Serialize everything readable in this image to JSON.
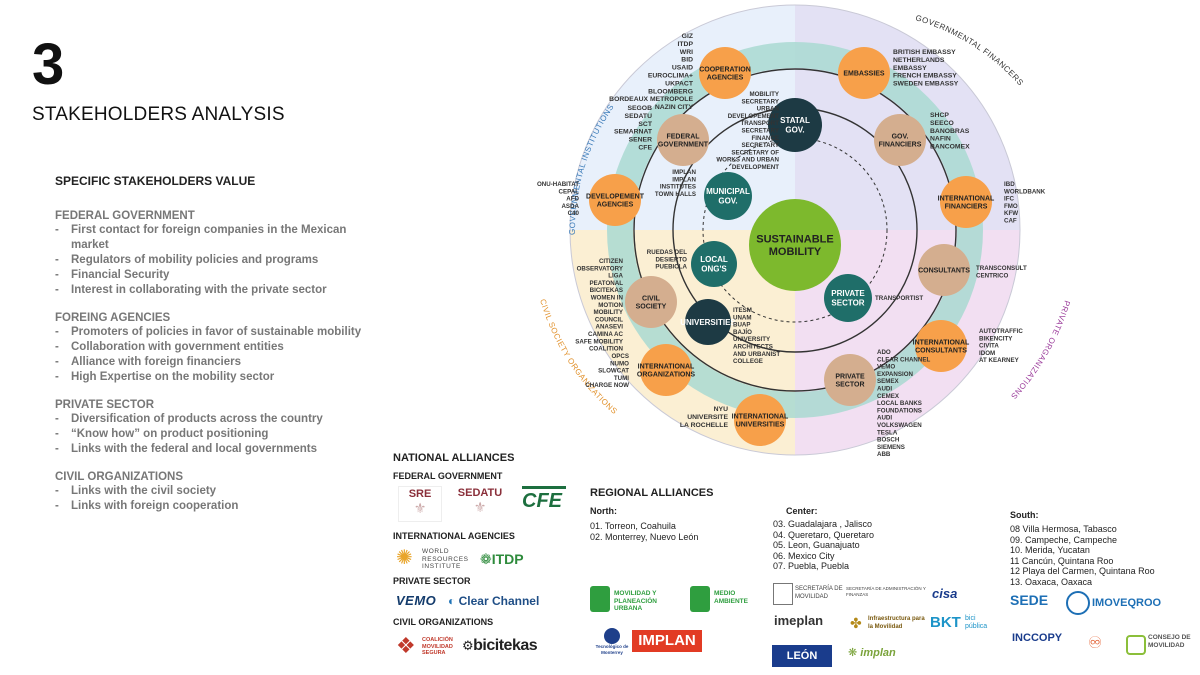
{
  "header": {
    "number": "3",
    "title": "STAKEHOLDERS ANALYSIS"
  },
  "values": {
    "heading": "SPECIFIC STAKEHOLDERS VALUE",
    "sections": [
      {
        "title": "FEDERAL GOVERNMENT",
        "items": [
          "First contact for foreign companies in the Mexican market",
          "Regulators of mobility policies and programs",
          "Financial Security",
          "Interest in collaborating with the private sector"
        ]
      },
      {
        "title": "FOREING AGENCIES",
        "items": [
          "Promoters of policies  in favor of sustainable mobility",
          "Collaboration with government entities",
          "Alliance with foreign financiers",
          "High Expertise on the mobility sector"
        ]
      },
      {
        "title": "PRIVATE SECTOR",
        "items": [
          "Diversification of products across the country",
          "“Know how” on product positioning",
          "Links with the federal and local governments"
        ]
      },
      {
        "title": "CIVIL ORGANIZATIONS",
        "items": [
          "Links with the civil society",
          "Links with foreign cooperation"
        ]
      }
    ]
  },
  "diagram": {
    "center": [
      "SUSTAINABLE",
      "MOBILITY"
    ],
    "quadrant_labels": {
      "top_left": "GOVERNMENTAL INSTITUTIONS",
      "top_right": "GOVERNMENTAL FINANCERS",
      "bottom_left": "CIVIL SOCIETY ORGANIZATIONS",
      "bottom_right": "PRIVATE ORGANIZATIONS"
    },
    "inner_nodes": [
      {
        "label": [
          "STATAL",
          "GOV."
        ]
      },
      {
        "label": [
          "MUNICIPAL",
          "GOV."
        ]
      },
      {
        "label": [
          "LOCAL",
          "ONG'S"
        ]
      },
      {
        "label": [
          "UNIVERSITIES"
        ]
      },
      {
        "label": [
          "PRIVATE",
          "SECTOR"
        ]
      }
    ],
    "outer_nodes": [
      {
        "label": [
          "COOPERATION",
          "AGENCIES"
        ]
      },
      {
        "label": [
          "EMBASSIES"
        ]
      },
      {
        "label": [
          "FEDERAL",
          "GOVERNMENT"
        ]
      },
      {
        "label": [
          "GOV.",
          "FINANCIERS"
        ]
      },
      {
        "label": [
          "DEVELOPEMENT",
          "AGENCIES"
        ]
      },
      {
        "label": [
          "INTERNATIONAL",
          "FINANCIERS"
        ]
      },
      {
        "label": [
          "CONSULTANTS"
        ]
      },
      {
        "label": [
          "CIVIL",
          "SOCIETY"
        ]
      },
      {
        "label": [
          "INTERNATIONAL",
          "CONSULTANTS"
        ]
      },
      {
        "label": [
          "INTERNATIONAL",
          "ORGANIZATIONS"
        ]
      },
      {
        "label": [
          "PRIVATE",
          "SECTOR"
        ]
      },
      {
        "label": [
          "INTERNATIONAL",
          "UNIVERSITIES"
        ]
      }
    ],
    "text_groups": [
      {
        "lines": [
          "GIZ",
          "ITDP",
          "WRI",
          "BID",
          "USAID",
          "EUROCLIMA+",
          "UKPACT",
          "BLOOMBERG",
          "BORDEAUX METROPOLE",
          "NAZIN CITY"
        ]
      },
      {
        "lines": [
          "BRITISH EMBASSY",
          "NETHERLANDS",
          "EMBASSY",
          "FRENCH EMBASSY",
          "SWEDEN EMBASSY"
        ]
      },
      {
        "lines": [
          "MOBILITY",
          "SECRETARY",
          "URBAN",
          "DEVELOPEMENT",
          "TRANSPORT",
          "SECRETARY",
          "FINANCE",
          "SECRETARY",
          "SECRETARY OF",
          "WORKS AND URBAN",
          "DEVELOPMENT"
        ]
      },
      {
        "lines": [
          "SEGOB",
          "SEDATU",
          "SCT",
          "SEMARNAT",
          "SENER",
          "CFE"
        ]
      },
      {
        "lines": [
          "SHCP",
          "SEECO",
          "BANOBRAS",
          "NAFIN",
          "BANCOMEX"
        ]
      },
      {
        "lines": [
          "IMPLAN",
          "IMPLAN",
          "INSTITUTES",
          "TOWN HALLS"
        ]
      },
      {
        "lines": [
          "ONU-HABITAT",
          "CEPAL",
          "AFD",
          "ASDA",
          "C40"
        ]
      },
      {
        "lines": [
          "IBD",
          "WORLDBANK",
          "IFC",
          "FMO",
          "KFW",
          "CAF"
        ]
      },
      {
        "lines": [
          "RUEDAS DEL",
          "DESIERTO",
          "PUEBICLA"
        ]
      },
      {
        "lines": [
          "TRANSCONSULT",
          "CENTRICO"
        ]
      },
      {
        "lines": [
          "CITIZEN",
          "OBSERVATORY",
          "LIGA",
          "PEATONAL",
          "BICITEKAS",
          "WOMEN IN",
          "MOTION",
          "MOBILITY",
          "COUNCIL",
          "ANASEVI",
          "CAMINA AC",
          "SAFE MOBILITY",
          "COALITION"
        ]
      },
      {
        "lines": [
          "TRANSPORTIST"
        ]
      },
      {
        "lines": [
          "ITESM",
          "UNAM",
          "BUAP",
          "BAJÍO",
          "UNIVERSITY",
          "ARCHITECTS",
          "AND URBANIST",
          "COLLEGE"
        ]
      },
      {
        "lines": [
          "AUTOTRAFFIC",
          "BIKENCITY",
          "CIVITA",
          "IDOM",
          "AT KEARNEY"
        ]
      },
      {
        "lines": [
          "OPCS",
          "NUMO",
          "SLOWCAT",
          "TUMI",
          "CHARGE NOW"
        ]
      },
      {
        "lines": [
          "ADO",
          "CLEAR CHANNEL",
          "VEMO",
          "EXPANSION",
          "SEMEX",
          "AUDI",
          "CEMEX",
          "LOCAL BANKS",
          "FOUNDATIONS",
          "AUDI",
          "VOLKSWAGEN",
          "TESLA",
          "BOSCH",
          "SIEMENS",
          "ABB"
        ]
      },
      {
        "lines": [
          "NYU",
          "UNIVERSITE",
          "LA ROCHELLE"
        ]
      }
    ]
  },
  "national": {
    "title": "NATIONAL ALLIANCES",
    "federal_title": "FEDERAL GOVERNMENT",
    "federal_logos": [
      "SRE",
      "SEDATU",
      "CFE"
    ],
    "intl_title": "INTERNATIONAL AGENCIES",
    "intl_logos": [
      "WORLD RESOURCES INSTITUTE",
      "ITDP"
    ],
    "private_title": "PRIVATE SECTOR",
    "private_logos": [
      "VEMO",
      "Clear Channel"
    ],
    "civil_title": "CIVIL ORGANIZATIONS",
    "civil_logos": [
      "COALICIÓN MOVILIDAD SEGURA",
      "bicitekas"
    ]
  },
  "regional": {
    "title": "REGIONAL ALLIANCES",
    "north_title": "North:",
    "north": [
      "01. Torreon, Coahuila",
      "02. Monterrey, Nuevo León"
    ],
    "center_title": "Center:",
    "center": [
      "03. Guadalajara , Jalisco",
      "04. Queretaro, Queretaro",
      "05.  Leon, Guanajuato",
      "06. Mexico City",
      "07. Puebla, Puebla"
    ],
    "south_title": "South:",
    "south": [
      "08 Villa Hermosa, Tabasco",
      "09. Campeche, Campeche",
      "10. Merida, Yucatan",
      "11 Cancún, Quintana Roo",
      "12 Playa del Carmen, Quintana Roo",
      "13. Oaxaca, Oaxaca"
    ],
    "logos": [
      "MOVILIDAD Y PLANEACIÓN URBANA",
      "MEDIO AMBIENTE",
      "Tecnológico de Monterrey",
      "IMPLAN",
      "SECRETARÍA DE MOVILIDAD",
      "SECRETARÍA DE ADMINISTRACIÓN Y FINANZAS",
      "cisa",
      "imeplan",
      "Infraestructura para la Movilidad",
      "BKT",
      "bici pública",
      "LEÓN",
      "implan",
      "SEDE",
      "IMOVEQROO",
      "INCCOPY",
      "CONSEJO DE MOVILIDAD"
    ]
  },
  "colors": {
    "orange": "#f7a04a",
    "tan": "#d4ae8f",
    "teal": "#1f6e69",
    "navy": "#1d3a44",
    "green": "#7db92d",
    "ring": "#a9d9d1",
    "q_top_left": "#e8f0fb",
    "q_top_right": "#e3e1f4",
    "q_bottom_left": "#fbefd3",
    "q_bottom_right": "#f2dff2",
    "quad_text_blue": "#3a7ab8",
    "quad_text_orange": "#e1912c",
    "quad_text_purple": "#9b3c9b"
  }
}
